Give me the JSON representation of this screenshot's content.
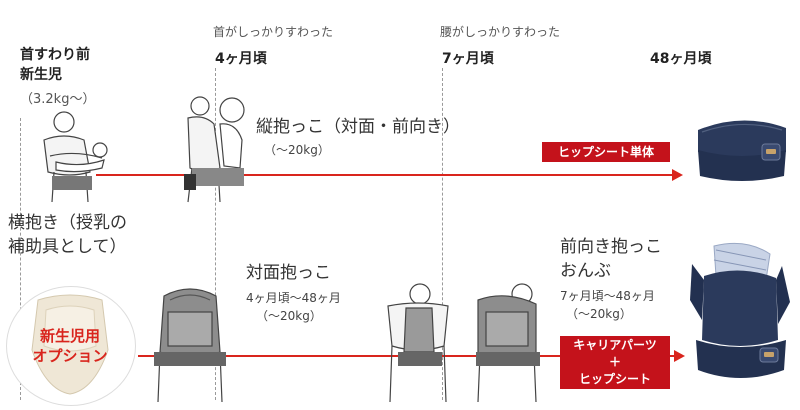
{
  "header": {
    "caption_neck": "首がしっかりすわった",
    "caption_waist": "腰がしっかりすわった",
    "stage_newborn_line1": "首すわり前",
    "stage_newborn_line2": "新生児",
    "stage_newborn_weight": "（3.2kg〜）",
    "stage_4m": "4ヶ月頃",
    "stage_7m": "7ヶ月頃",
    "stage_48m": "48ヶ月頃"
  },
  "row1": {
    "label_yoko_line1": "横抱き（授乳の",
    "label_yoko_line2": "補助具として）",
    "label_tate": "縦抱っこ（対面・前向き）",
    "label_tate_weight": "（〜20kg）",
    "badge": "ヒップシート単体"
  },
  "row2": {
    "option_line1": "新生児用",
    "option_line2": "オプション",
    "label_taimen": "対面抱っこ",
    "label_taimen_range": "4ヶ月頃〜48ヶ月",
    "label_taimen_weight": "（〜20kg）",
    "label_mae_line1": "前向き抱っこ",
    "label_mae_line2": "おんぶ",
    "label_mae_range": "7ヶ月頃〜48ヶ月",
    "label_mae_weight": "（〜20kg）",
    "badge_line1": "キャリアパーツ",
    "badge_line2": "＋",
    "badge_line3": "ヒップシート"
  },
  "colors": {
    "accent_red": "#d9251d",
    "badge_red": "#c4121b",
    "product_navy": "#2b3a5c"
  },
  "icons": [
    "newborn-cradle-illustration",
    "upright-hold-illustration",
    "hip-seat-product",
    "facing-in-carry-illustration",
    "facing-out-carry-illustration",
    "back-carry-illustration",
    "carrier-product",
    "newborn-insert-product"
  ]
}
